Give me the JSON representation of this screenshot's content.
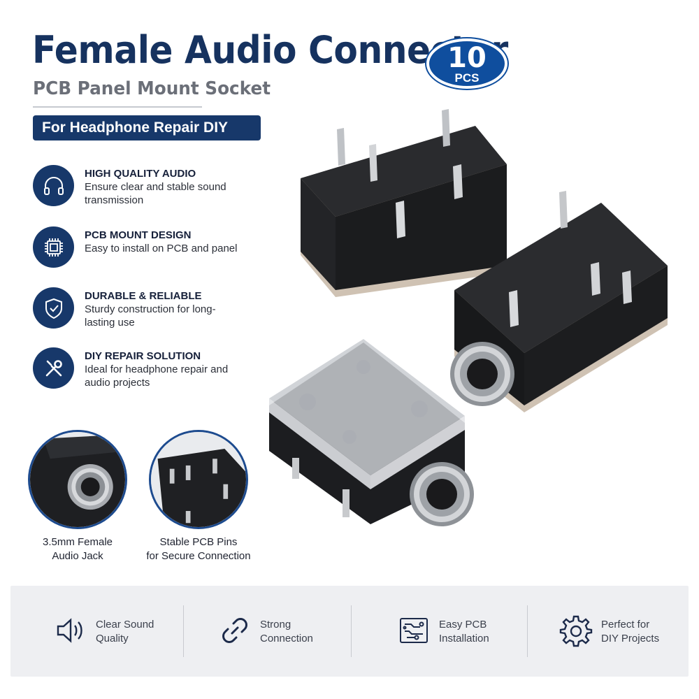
{
  "header": {
    "title": "Female Audio Connector",
    "subtitle": "PCB Panel Mount Socket",
    "tagline": "For Headphone Repair DIY",
    "badge_number": "10",
    "badge_unit": "PCS"
  },
  "features": [
    {
      "icon": "headphones-icon",
      "title": "HIGH QUALITY AUDIO",
      "desc": "Ensure clear and stable sound transmission"
    },
    {
      "icon": "pcb-chip-icon",
      "title": "PCB MOUNT DESIGN",
      "desc": "Easy to install on PCB and panel"
    },
    {
      "icon": "shield-check-icon",
      "title": "DURABLE & RELIABLE",
      "desc": "Sturdy construction for long-lasting use"
    },
    {
      "icon": "wrench-screwdriver-icon",
      "title": "DIY REPAIR SOLUTION",
      "desc": "Ideal for headphone repair and audio projects"
    }
  ],
  "thumbnails": [
    {
      "caption_line1": "3.5mm Female",
      "caption_line2": "Audio Jack"
    },
    {
      "caption_line1": "Stable PCB Pins",
      "caption_line2": "for Secure Connection"
    }
  ],
  "bottom_bar": [
    {
      "icon": "speaker-icon",
      "line1": "Clear Sound",
      "line2": "Quality"
    },
    {
      "icon": "link-icon",
      "line1": "Strong",
      "line2": "Connection"
    },
    {
      "icon": "circuit-board-icon",
      "line1": "Easy PCB",
      "line2": "Installation"
    },
    {
      "icon": "gear-icon",
      "line1": "Perfect for",
      "line2": "DIY Projects"
    }
  ],
  "colors": {
    "navy": "#16325f",
    "badge_blue": "#0f4e9e",
    "pill_navy": "#17386a",
    "subtitle_gray": "#6b6f78"
  }
}
